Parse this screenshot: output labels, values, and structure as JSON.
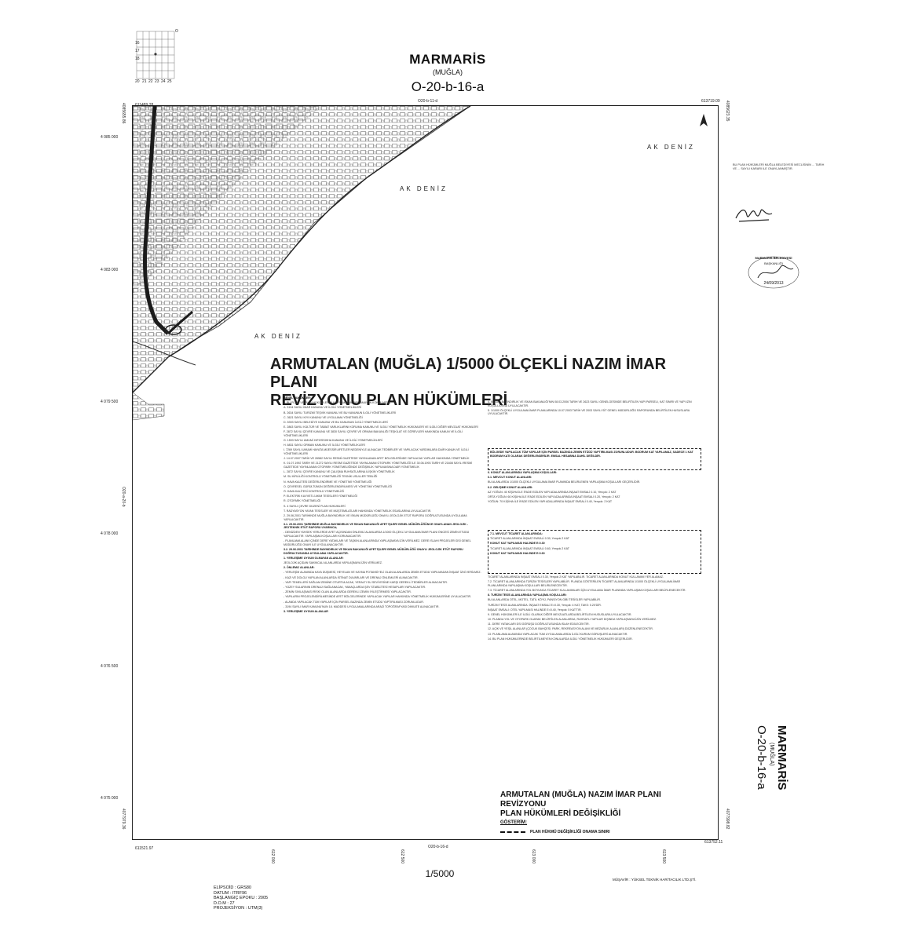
{
  "header": {
    "title": "MARMARİS",
    "subtitle": "(MUĞLA)",
    "sheet_code": "O-20-b-16-a"
  },
  "index_grid": {
    "labels": [
      "20",
      "21",
      "22",
      "23",
      "24",
      "25",
      "16",
      "17",
      "18"
    ],
    "marker": "O"
  },
  "neighbors": {
    "top": "O20-b-11-d",
    "bottom": "O20-b-16-d",
    "left": "O20-a-20-b"
  },
  "corners": {
    "top_left": "611489.28",
    "top_right": "613719.09",
    "bottom_left": "611521.97",
    "bottom_right": "613752.11",
    "right_top": "4085623.35",
    "right_bottom": "4077998.82",
    "left_top": "4085655.86",
    "left_bottom": "4077979.36"
  },
  "northings": [
    "4 085 000",
    "4 083 000",
    "4 079 500",
    "4 078 000",
    "4 076 500",
    "4 075 000"
  ],
  "eastings": [
    "612 000",
    "612 500",
    "613 000",
    "613 500"
  ],
  "sea_labels": [
    "AK DENİZ",
    "AK DENİZ",
    "AK DENİZ"
  ],
  "plan": {
    "title_line1": "ARMUTALAN (MUĞLA) 1/5000 ÖLÇEKLİ NAZIM İMAR PLANI",
    "title_line2": "REVİZYONU PLAN HÜKÜMLERİ",
    "left_column": [
      {
        "text": "GENEL HÜKÜMLER:",
        "h": true
      },
      {
        "text": "1. BU PLANI VE PLAN HÜKÜMLERİNİ KAPSAMINDA YAPILAMAYAN KONULARDA;"
      },
      {
        "text": "A. 3194 SAYILI İMAR KANUNU VE İLGİLİ YÖNETMELİKLERİ"
      },
      {
        "text": "B. 2634 SAYILI TURİZMİ TEŞVİK KANUNU VE BU KANUNUN İLGİLİ YÖNETMELİKLERİ"
      },
      {
        "text": "C. 3621 SAYILI KIYI KANUNU VE UYGULAMA YÖNETMELİĞİ"
      },
      {
        "text": "D. 5393 SAYILI BELEDİYE KANUNU VE BU KANUNUN İLGİLİ YÖNETMELİKLERİ"
      },
      {
        "text": "E. 2863 SAYILI KÜLTÜR VE TABİAT VARLIKLARINI KORUMA KANUNU VE İLGİLİ YÖNETMELİK HÜKÜMLERİ VE İLGİLİ DİĞER MEVZUAT HÜKÜMLERİ"
      },
      {
        "text": "F. 2872 SAYILI ÇEVRE KANUNU VE 3830 SAYILI ÇEVRE VE ORMAN BAKANLIĞI TEŞKİLAT VE GÖREVLERİ HAKKINDA KANUN VE İLGİLİ YÖNETMELİKLERİ"
      },
      {
        "text": "G. 1593 SAYILI UMUMİ HIFZISSIHHA KANUNU VE İLGİLİ YÖNETMELİKLERİ"
      },
      {
        "text": "H. 6831 SAYILI ORMAN KANUNU VE İLGİLİ YÖNETMELİKLERİ"
      },
      {
        "text": "I. 7269 SAYILI UMUMİ HAYATA MÜESSİR AFETLER NEDENİYLE ALINACAK TEDBİRLER VE YAPILACAK YARDIMLARA DAİR KANUN VE İLGİLİ YÖNETMELİKLERİ"
      },
      {
        "text": "J. 14.07.2007 TARİH VE 26582 SAYILI RESMİ GAZETEDE YAYINLANAN AFET BÖLGELERİNDE YAPILACAK YAPILAR HAKKINDA YÖNETMELİK"
      },
      {
        "text": "K. 01.07.1992 TARİH VE 21272 SAYILI RESMİ GAZETEDE YAYINLANAN OTOPARK YÖNETMELİĞİ İLE 30.06.1993 TARİH VE 21608 SAYILI RESMİ GAZETEDE YAYINLANAN OTOPARK YÖNETMELİĞİNDE DEĞİŞİKLİK YAPILMASINA DAİR YÖNETMELİK"
      },
      {
        "text": "L. 2872 SAYILI ÇEVRE KANUNU VE ÇALIŞMA RUHSATLARINA İLİŞKİN YÖNETMELİK"
      },
      {
        "text": "M. SU KİRLİLİĞİ KONTROLÜ YÖNETMELİĞİ TEKNİK USULLER TEBLİĞİ"
      },
      {
        "text": "N. HAVA KALİTESİ DEĞERLENDİRME VE YÖNETİMİ YÖNETMELİĞİ"
      },
      {
        "text": "O. ÇEVRESEL GÜRÜLTÜNÜN DEĞERLENDİRİLMESİ VE YÖNETİMİ YÖNETMELİĞİ"
      },
      {
        "text": "Ö. HAVA KALİTESİ KONTROLÜ YÖNETMELİĞİ"
      },
      {
        "text": "P. ELEKTRİK KUVVETLİ AKIM TESİSLERİ YÖNETMELİĞİ"
      },
      {
        "text": "R. OTOPARK YÖNETMELİĞİ"
      },
      {
        "text": "S. 4 SAYILI ÇEVRE DÜZENİ PLAN HÜKÜMLERİ"
      },
      {
        "text": "T. RADYASYON YAYAN TESİSLER VE MÜŞTEMİLATLARI HAKKINDA YÖNETMELİK ESASLARINA UYULACAKTIR."
      },
      {
        "text": "2. 29.06.2001 TARİHİNDE MUĞLA BAYINDIRLIK VE İSKAN MÜDÜRLÜĞÜ ONAYLI JEOLOJİK ETÜT RAPORU DOĞRULTUSUNDA UYGULAMA YAPILACAKTIR."
      },
      {
        "text": "3.1. 29.06.2001 TARİHİNDE MUĞLA BAYINDIRLIK VE İSKAN BAKANLIĞI AFET İŞLERİ GENEL MÜDÜRLÜĞÜNCE ONAYLANAN JEOLOJİK - JEOTEKNİK ETÜT RAPORU UYARINCA;",
        "h": true
      },
      {
        "text": "- DENİZDEN YÜKSEK YERLERDE AFET AÇISINDAN ÖNLEMLİ ALANLARDA 1/1000 ÖLÇEKLİ UYGULAMA İMAR PLANI ÖNCESİ ZEMİN ETÜDÜ YAPILACAKTIR. YAPILAŞMA KOŞULLARI KORUNACAKTIR."
      },
      {
        "text": "- PLANLAMA ALANI İÇİNDE DERE YATAKLARI VE TAŞKIN ALANLARINDA YAPILAŞMAYA İZİN VERİLMEZ. DERE ISLAHI PROJELERİ DSİ GENEL MÜDÜRLÜĞÜ ONAYI İLE UYGULANACAKTIR."
      },
      {
        "text": "3.2. 29.06.2001 TARİHİNDE BAYINDIRLIK VE İSKAN BAKANLIĞI AFET İŞLERİ GENEL MÜDÜRLÜĞÜ ONAYLI JEOLOJİK ETÜT RAPORU DOĞRULTUSUNDA UYGULAMA YAPILACAKTIR.",
        "h": true
      },
      {
        "text": "1. YERLEŞİME UYGUN OLMAYAN ALANLAR:",
        "h": true
      },
      {
        "text": "JEOLOJİK AÇIDAN SAKINCALI ALANLARDA YAPILAŞMAYA İZİN VERİLMEZ."
      },
      {
        "text": "2. ÖNLEMLİ ALANLAR:",
        "h": true
      },
      {
        "text": "- YERLEŞİM ALANINDA KAYA DÜŞMESİ, HEYELAN VE KAYMA POTANSİYELİ OLAN ALANLARDA ZEMİN ETÜDÜ YAPILMADAN İNŞAAT İZNİ VERİLMEZ."
      },
      {
        "text": "- KAZI VE DOLGU YAPILAN ALANLARDA İSTİNAT DUVARLARI VE DRENAJ ÖNLEMLERİ ALINACAKTIR."
      },
      {
        "text": "- YAPI TEMELLERİ SAĞLAM ZEMİNE OTURTULACAK, YERALTI SU SEVİYESİNE KARŞI GEREKLİ TEDBİRLER ALINACAKTIR."
      },
      {
        "text": "- YÜZEY SULARININ DRENAJI SAĞLANACAK, YAMAÇLARDA ŞEV STABİLİTESİ HESAPLARI YAPILACAKTIR."
      },
      {
        "text": "- ZEMİN SIVILAŞMASI RİSKİ OLAN ALANLARDA GEREKLİ ZEMİN İYİLEŞTİRMESİ YAPILACAKTIR."
      },
      {
        "text": "- YAPILARIN PROJELENDİRİLMESİNDE AFET BÖLGELERİNDE YAPILACAK YAPILAR HAKKINDA YÖNETMELİK HÜKÜMLERİNE UYULACAKTIR."
      },
      {
        "text": "- ALANDA YAPILACAK TÜM YAPILAR İÇİN PARSEL BAZINDA ZEMİN ETÜDÜ YAPTIRILMASI ZORUNLUDUR."
      },
      {
        "text": "- 3194 SAYILI İMAR KANUNU'NUN 18. MADDESİ UYGULAMALARINDA ARAZİ TOPOĞRAFYASI DİKKATE ALINACAKTIR."
      },
      {
        "text": "3. YERLEŞİME UYGUN ALANLAR",
        "h": true
      }
    ],
    "right_column": [
      {
        "text": "4. MUĞLA BAYINDIRLIK VE İSKAN BAKANLIĞI'NIN 08.03.2006 TARİH VE 2623 SAYILI GENELGESİNDE BELİRTİLEN YAPI PARSELİ, KAT SINIRI VE YAPI İZİN KOŞULLARINA UYULACAKTIR."
      },
      {
        "text": "5. 1/1000 ÖLÇEKLİ UYGULAMA İMAR PLANLARINDA 10.07.2003 TARİH VE 2003 SAYILI SİT GENEL MÜDÜRLÜĞÜ RAPORUNDA BELİRTİLEN HUSUSLARA UYULACAKTIR."
      },
      {
        "text": "6. KONUT ALANLARINDA YAPILAŞMA KOŞULLARI:",
        "h": true
      },
      {
        "text": "6.1. MEVCUT KONUT ALANLARI:",
        "h": true
      },
      {
        "text": "BU ALANLARDA 1/1000 ÖLÇEKLİ UYGULAMA İMAR PLANINDA BELİRLENEN YAPILAŞMA KOŞULLARI GEÇERLİDİR."
      },
      {
        "text": "6.2. GELİŞME KONUT ALANLARI:",
        "h": true
      },
      {
        "text": "AZ YOĞUN: 40 KİŞİ/HA İLE İFADE EDİLEN YAPI ADALARINDA İNŞAAT EMSALİ 0.10, Yençok: 2 KAT"
      },
      {
        "text": "ORTA YOĞUN: 60 KİŞİ/HA İLE İFADE EDİLEN YAPI ADALARINDA İNŞAAT EMSALİ 0.20, Yençok: 2 KAT"
      },
      {
        "text": "YOĞUN: 70 KİŞİ/HA İLE İFADE EDİLEN YAPI ADALARINDA İNŞAAT EMSALİ 0.40, Yençok: 2 KAT"
      },
      {
        "text": "7. TİCARET ALANLARINDA YAPILAŞMA KOŞULLARI:",
        "h": true
      },
      {
        "text": "7.1. MEVCUT TİCARET ALANLARINDA:",
        "h": true
      },
      {
        "text": "TİCARET ALANLARINDA İNŞAAT EMSALİ 0.30, Yençok 2 KAT YAPILABİLİR. TİCARET ALANLARINDA KONUT KULLANIMI YER ALAMAZ."
      },
      {
        "text": "7.2. TİCARET ALANLARINDA TÜRİZM TESİSLERİ YAPILABİLİR. PLANDA GÖSTERİLEN TİCARET ALANLARINDA 1/1000 ÖLÇEKLİ UYGULAMA İMAR PLANLARINDA YAPILAŞMA KOŞULLARI BELİRLENECEKTİR."
      },
      {
        "text": "7.3. TİCARET ALANLARINDA YOL BOYUNCA TİCARET KULLANIMLARI İÇİN UYGULAMA İMAR PLANINDA YAPILAŞMA KOŞULLARI BELİRLENECEKTİR."
      },
      {
        "text": "8. TURİZM TESİS ALANLARINDA YAPILAŞMA KOŞULLARI:",
        "h": true
      },
      {
        "text": "BU ALANLARDA OTEL, MOTEL, TATİL KÖYÜ, PANSİYON GİBİ TESİSLER YAPILABİLİR."
      },
      {
        "text": "TURİZM TESİS ALANLARINDA: İNŞAAT EMSALİ E=0.30, Yençok: 4 KAT, TAKS: 0.20'DİR."
      },
      {
        "text": "İNŞAAT EMSALİ: OTEL YAPILMASI HALİNDE E=0.40, Yençok: 5 KAT'TIR."
      },
      {
        "text": "9. GENEL HÜKÜMLER İLE İLGİLİ OLARAK DİĞER MEVZUATLARDA BELİRTİLEN HUSUSLARA UYULACAKTIR."
      },
      {
        "text": "10. PLANDA YOL VE OTOPARK OLARAK BELİRTİLEN ALANLARDA, RUHSATLI YAPILAR DIŞINDA YAPILAŞMAYA İZİN VERİLMEZ."
      },
      {
        "text": "11. DERE YATAKLARI DSİ GÖRÜŞÜ DOĞRULTUSUNDA ISLAH EDİLECEKTİR."
      },
      {
        "text": "12. AÇIK VE YEŞİL ALANLAR (ÇOCUK BAHÇESİ, PARK, REKREASYON ALANI VE MEZARLIK ALANLARI) DÜZENLENECEKTİR."
      },
      {
        "text": "13. PLANLAMA ALANINDA YAPILACAK TÜM UYGULAMALARDA İLGİLİ KURUM GÖRÜŞLERİ ALINACAKTIR."
      },
      {
        "text": "14. BU PLAN HÜKÜMLERİNDE BELİRTİLMEYEN KONULARDA İLGİLİ YÖNETMELİK HÜKÜMLERİ GEÇERLİDİR."
      }
    ],
    "highlight_box": "BÖLGEDE YAPILACAK TÜM YAPILAR İÇİN PARSEL BAZINDA ZEMİN ETÜDÜ YAPTIRILMASI ZORUNLUDUR. BODRUM KAT YAPILAMAZ, SADECE 1 KAT BODRUM KATI OLARAK DEĞERLENDİRİLİR. EMSAL HESABINA DAHİL DEĞİLDİR.",
    "ticaret_box": [
      "7.1. MEVCUT TİCARET ALANLARINDA:",
      "TİCARET ALANLARINDA İNŞAAT EMSALİ 0.30, Yençok 2 KAT",
      "KONUT KAT YAPILMASI HALİNDE E:0.30",
      "TİCARET ALANLARINDA İNŞAAT EMSALİ 0.60, Yençok 2 KAT",
      "KONUT KAT YAPILMASI HALİNDE E:0.60"
    ]
  },
  "legend": {
    "title_line1": "ARMUTALAN (MUĞLA) NAZIM İMAR PLANI REVİZYONU",
    "title_line2": "PLAN HÜKÜMLERİ DEĞİŞİKLİĞİ",
    "gosterim": "GÖSTERİM:",
    "item": "PLAN HÜKMÜ DEĞİŞİKLİĞİ ONAMA SINIRI"
  },
  "approval": {
    "note": "BU PLAN HÜKÜMLERİ MUĞLA BELEDİYESİ MECLİSİNİN ... TARİH VE ... SAYILI KARARI İLE ONAYLANMIŞTIR.",
    "stamp_line1": "MARMARİS BELEDİYESİ",
    "stamp_line2": "BAŞKANLIĞI",
    "stamp_date": "24/09/2013"
  },
  "scale": "1/5000",
  "datum_info": [
    "ELİPSOİD : GRS80",
    "DATUM : ITRF96",
    "BAŞLANGIÇ EPOKU : 2005",
    "D.O.M : 27",
    "PROJEKSİYON : UTM(3)"
  ],
  "credit": "MÜŞAVİR : YÜKSEL TEKNİK HARİTACILIK LTD.ŞTİ.",
  "colors": {
    "ink": "#111111",
    "road": "#2a2a2a",
    "sea": "#ffffff"
  },
  "icons": {
    "north_arrow": "north-arrow-icon",
    "signature": "signature-icon",
    "stamp": "stamp-icon"
  }
}
